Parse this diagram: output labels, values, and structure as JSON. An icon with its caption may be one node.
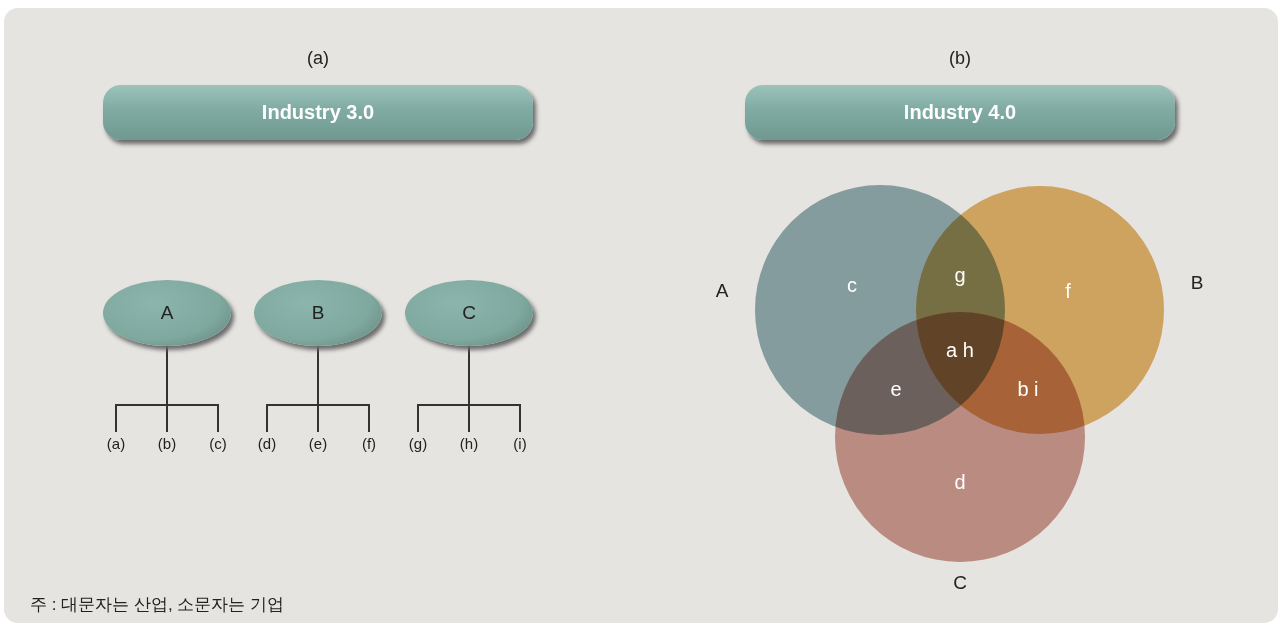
{
  "diagram": {
    "nodes": [
      {
        "text": [
          "Industry 3.0"
        ]
      },
      {
        "text": [
          "Industry 4.0"
        ]
      },
      {
        "text": [
          "A"
        ]
      },
      {
        "text": [
          "B"
        ]
      },
      {
        "text": [
          "C"
        ]
      },
      {
        "text": [
          "(a)"
        ]
      },
      {
        "text": [
          "(b)"
        ]
      },
      {
        "text": [
          "(c)"
        ]
      },
      {
        "text": [
          "(d)"
        ]
      },
      {
        "text": [
          "(e)"
        ]
      },
      {
        "text": [
          "(f)"
        ]
      },
      {
        "text": [
          "(g)"
        ]
      },
      {
        "text": [
          "(h)"
        ]
      },
      {
        "text": [
          "(i)"
        ]
      },
      {
        "text": [
          "A"
        ]
      },
      {
        "text": [
          "B"
        ]
      },
      {
        "text": [
          "C"
        ]
      }
    ],
    "edges": [
      {
        "from": 2,
        "to": 5,
        "arrow": "none"
      },
      {
        "from": 2,
        "to": 6,
        "arrow": "none"
      },
      {
        "from": 2,
        "to": 7,
        "arrow": "none"
      },
      {
        "from": 3,
        "to": 8,
        "arrow": "none"
      },
      {
        "from": 3,
        "to": 9,
        "arrow": "none"
      },
      {
        "from": 3,
        "to": 10,
        "arrow": "none"
      },
      {
        "from": 4,
        "to": 11,
        "arrow": "none"
      },
      {
        "from": 4,
        "to": 12,
        "arrow": "none"
      },
      {
        "from": 4,
        "to": 13,
        "arrow": "none"
      }
    ],
    "labels": [
      "(a)",
      "(b)",
      "c",
      "g",
      "f",
      "a h",
      "e",
      "b i",
      "d",
      "주 : 대문자는 산업, 소문자는 기업"
    ]
  }
}
